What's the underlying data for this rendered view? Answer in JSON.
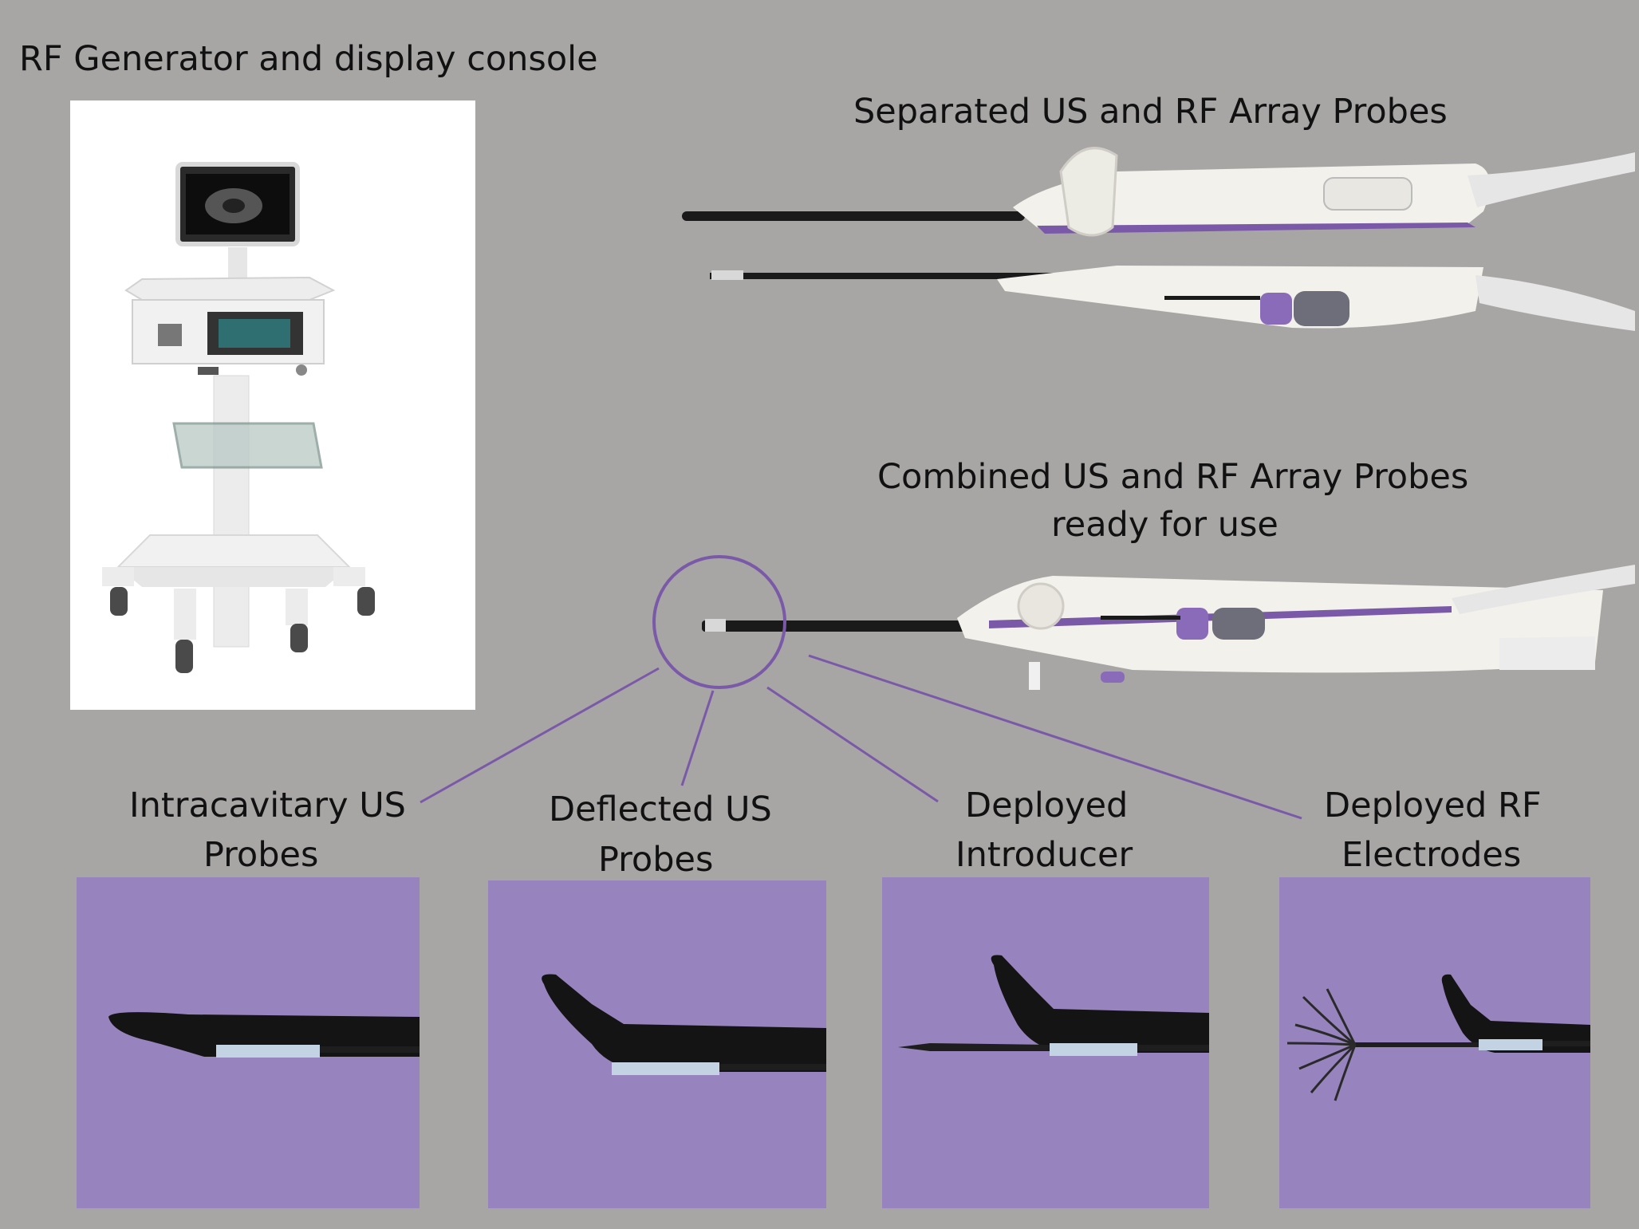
{
  "labels": {
    "console": "RF Generator and display console",
    "separated": "Separated US and RF Array Probes",
    "combined_line1": "Combined US and RF Array Probes",
    "combined_line2": "ready for use",
    "intracavitary_line1": "Intracavitary US",
    "intracavitary_line2": "Probes",
    "deflected_line1": "Deflected US",
    "deflected_line2": "Probes",
    "introducer_line1": "Deployed",
    "introducer_line2": "Introducer",
    "electrodes_line1": "Deployed RF",
    "electrodes_line2": "Electrodes"
  },
  "colors": {
    "background": "#a8a5a5",
    "accent_purple": "#7a5aa8",
    "probe_body": "#f3f1ec",
    "shaft": "#1a1a1a",
    "photo_purple": "#8d77b4"
  }
}
